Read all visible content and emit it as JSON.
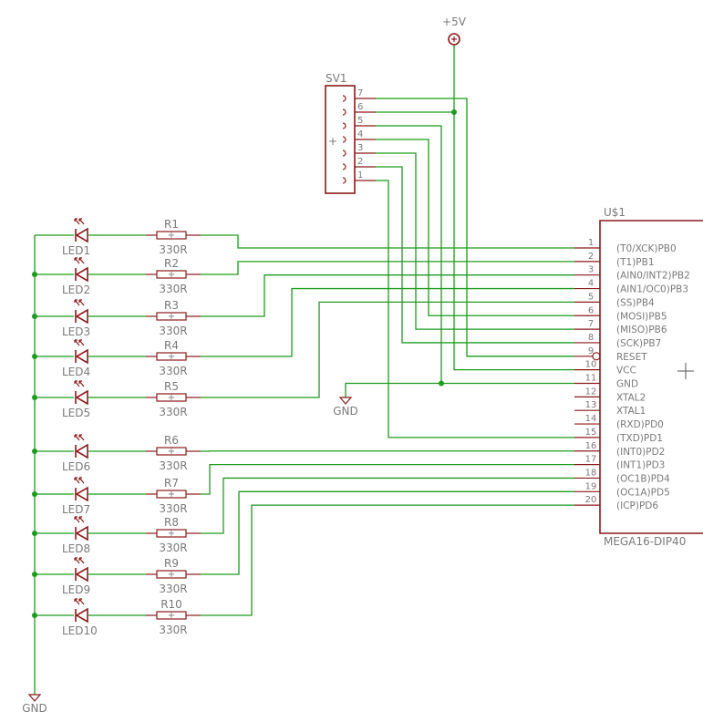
{
  "supply": {
    "label": "+5V"
  },
  "grounds": {
    "label": "GND"
  },
  "header": {
    "name": "SV1",
    "pins": [
      "7",
      "6",
      "5",
      "4",
      "3",
      "2",
      "1"
    ],
    "pin1_mark": "+"
  },
  "mcu": {
    "name": "U$1",
    "value": "MEGA16-DIP40",
    "pins": [
      {
        "num": "1",
        "name": "(T0/XCK)PB0"
      },
      {
        "num": "2",
        "name": "(T1)PB1"
      },
      {
        "num": "3",
        "name": "(AIN0/INT2)PB2"
      },
      {
        "num": "4",
        "name": "(AIN1/OC0)PB3"
      },
      {
        "num": "5",
        "name": "(SS)PB4"
      },
      {
        "num": "6",
        "name": "(MOSI)PB5"
      },
      {
        "num": "7",
        "name": "(MISO)PB6"
      },
      {
        "num": "8",
        "name": "(SCK)PB7"
      },
      {
        "num": "9",
        "name": "RESET"
      },
      {
        "num": "10",
        "name": "VCC"
      },
      {
        "num": "11",
        "name": "GND"
      },
      {
        "num": "12",
        "name": "XTAL2"
      },
      {
        "num": "13",
        "name": "XTAL1"
      },
      {
        "num": "14",
        "name": "(RXD)PD0"
      },
      {
        "num": "15",
        "name": "(TXD)PD1"
      },
      {
        "num": "16",
        "name": "(INT0)PD2"
      },
      {
        "num": "17",
        "name": "(INT1)PD3"
      },
      {
        "num": "18",
        "name": "(OC1B)PD4"
      },
      {
        "num": "19",
        "name": "(OC1A)PD5"
      },
      {
        "num": "20",
        "name": "(ICP)PD6"
      }
    ]
  },
  "channels": [
    {
      "led": "LED1",
      "res": "R1",
      "value": "330R"
    },
    {
      "led": "LED2",
      "res": "R2",
      "value": "330R"
    },
    {
      "led": "LED3",
      "res": "R3",
      "value": "330R"
    },
    {
      "led": "LED4",
      "res": "R4",
      "value": "330R"
    },
    {
      "led": "LED5",
      "res": "R5",
      "value": "330R"
    },
    {
      "led": "LED6",
      "res": "R6",
      "value": "330R"
    },
    {
      "led": "LED7",
      "res": "R7",
      "value": "330R"
    },
    {
      "led": "LED8",
      "res": "R8",
      "value": "330R"
    },
    {
      "led": "LED9",
      "res": "R9",
      "value": "330R"
    },
    {
      "led": "LED10",
      "res": "R10",
      "value": "330R"
    }
  ],
  "resistor_mark": "+"
}
